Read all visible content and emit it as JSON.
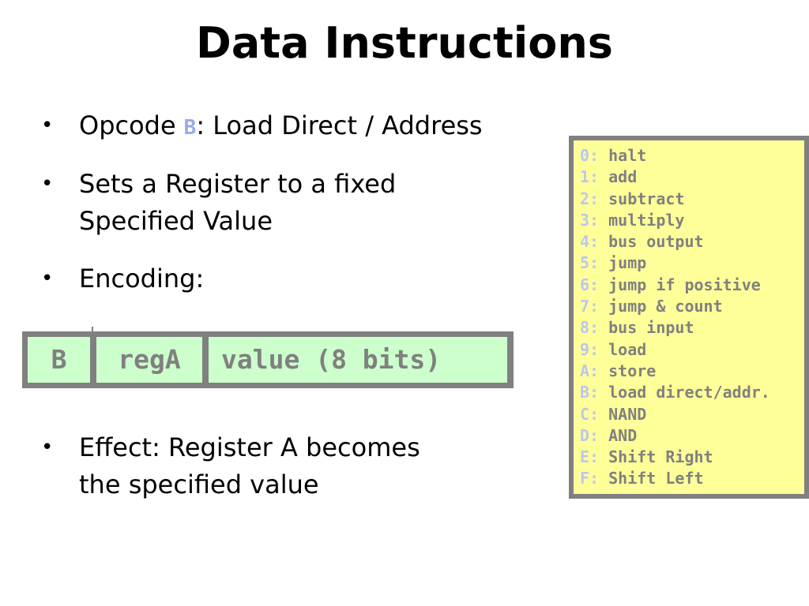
{
  "slide": {
    "title": "Data Instructions"
  },
  "bullets": {
    "opcode_prefix": "Opcode",
    "opcode_letter": "B",
    "opcode_suffix": ": Load Direct / Address",
    "sets_line1": "Sets a Register to a fixed",
    "sets_line2": "Specified Value",
    "encoding": "Encoding:",
    "effect_line1": "Effect:  Register A becomes",
    "effect_line2": "the specified value"
  },
  "encoding_fields": [
    "B",
    "regA",
    "value (8 bits)"
  ],
  "opcodes": [
    {
      "code": "0:",
      "name": "halt"
    },
    {
      "code": "1:",
      "name": "add"
    },
    {
      "code": "2:",
      "name": "subtract"
    },
    {
      "code": "3:",
      "name": "multiply"
    },
    {
      "code": "4:",
      "name": "bus output"
    },
    {
      "code": "5:",
      "name": "jump"
    },
    {
      "code": "6:",
      "name": "jump if positive"
    },
    {
      "code": "7:",
      "name": "jump & count"
    },
    {
      "code": "8:",
      "name": "bus input"
    },
    {
      "code": "9:",
      "name": "load"
    },
    {
      "code": "A:",
      "name": "store"
    },
    {
      "code": "B:",
      "name": "load direct/addr."
    },
    {
      "code": "C:",
      "name": "NAND"
    },
    {
      "code": "D:",
      "name": "AND"
    },
    {
      "code": "E:",
      "name": "Shift Right"
    },
    {
      "code": "F:",
      "name": "Shift Left"
    }
  ],
  "colors": {
    "opcode_highlight": "#9aa9e8",
    "encoding_fill": "#ccffcc",
    "table_fill": "#ffff99",
    "border_gray": "#808080"
  }
}
